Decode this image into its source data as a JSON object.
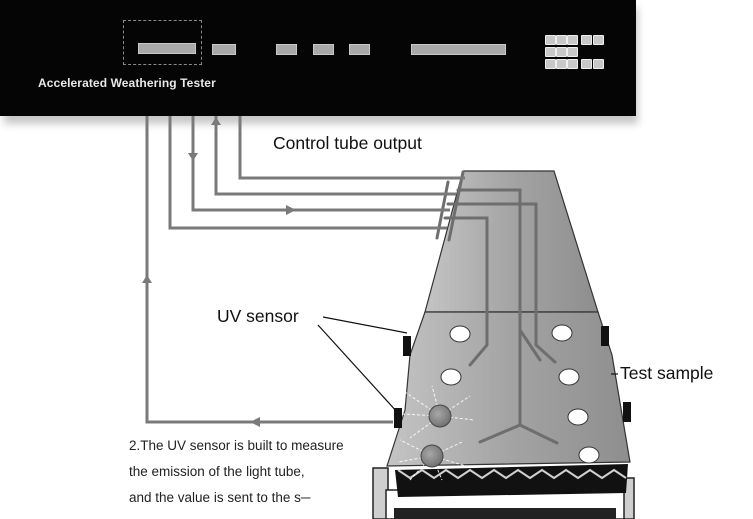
{
  "panel": {
    "title": "Accelerated Weathering Tester"
  },
  "labels": {
    "control_tube_output": "Control tube output",
    "uv_sensor": "UV sensor",
    "test_sample": "Test sample"
  },
  "description": [
    "2.The UV sensor is built to measure",
    "the emission of the light tube,",
    "and the value is sent to the s─"
  ],
  "colors": {
    "panel": "#050505",
    "tube": "#777777",
    "housing": "#a9a9a9",
    "sensor": "#8a8a8a"
  }
}
